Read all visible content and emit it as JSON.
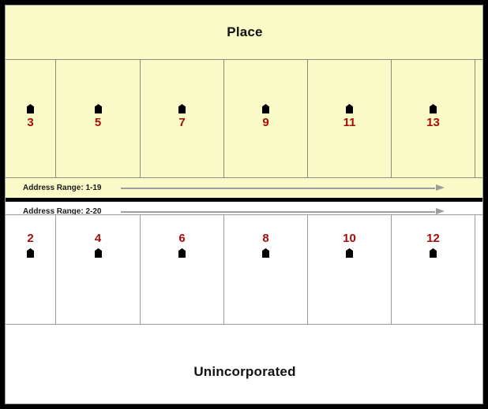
{
  "diagram": {
    "title": "Place / Unincorporated address range diagram",
    "colors": {
      "place_fill": "#FAFAC8",
      "unincorporated_fill": "#FFFFFF",
      "frame": "#000000",
      "parcel_line": "#8D8D7C",
      "address_number": "#A50C0C",
      "street_line": "#000000",
      "arrow": "#9D9D9D"
    }
  },
  "place": {
    "label": "Place",
    "side": "odd",
    "address_band": {
      "label": "Address Range: 1-19",
      "arrow_icon": "right-arrow-icon",
      "from": 1,
      "to": 19
    },
    "parcels": [
      {
        "number": "3",
        "house_icon": "house-icon"
      },
      {
        "number": "5",
        "house_icon": "house-icon"
      },
      {
        "number": "7",
        "house_icon": "house-icon"
      },
      {
        "number": "9",
        "house_icon": "house-icon"
      },
      {
        "number": "11",
        "house_icon": "house-icon"
      },
      {
        "number": "13",
        "house_icon": "house-icon"
      },
      {
        "number": "",
        "house_icon": ""
      }
    ]
  },
  "unincorporated": {
    "label": "Unincorporated",
    "side": "even",
    "address_band": {
      "label": "Address Range: 2-20",
      "arrow_icon": "right-arrow-icon",
      "from": 2,
      "to": 20
    },
    "parcels": [
      {
        "number": "2",
        "house_icon": "house-icon"
      },
      {
        "number": "4",
        "house_icon": "house-icon"
      },
      {
        "number": "6",
        "house_icon": "house-icon"
      },
      {
        "number": "8",
        "house_icon": "house-icon"
      },
      {
        "number": "10",
        "house_icon": "house-icon"
      },
      {
        "number": "12",
        "house_icon": "house-icon"
      },
      {
        "number": "",
        "house_icon": ""
      }
    ]
  },
  "layout": {
    "parcel_edges": [
      0,
      64,
      171,
      277,
      383,
      489,
      595,
      606
    ]
  }
}
